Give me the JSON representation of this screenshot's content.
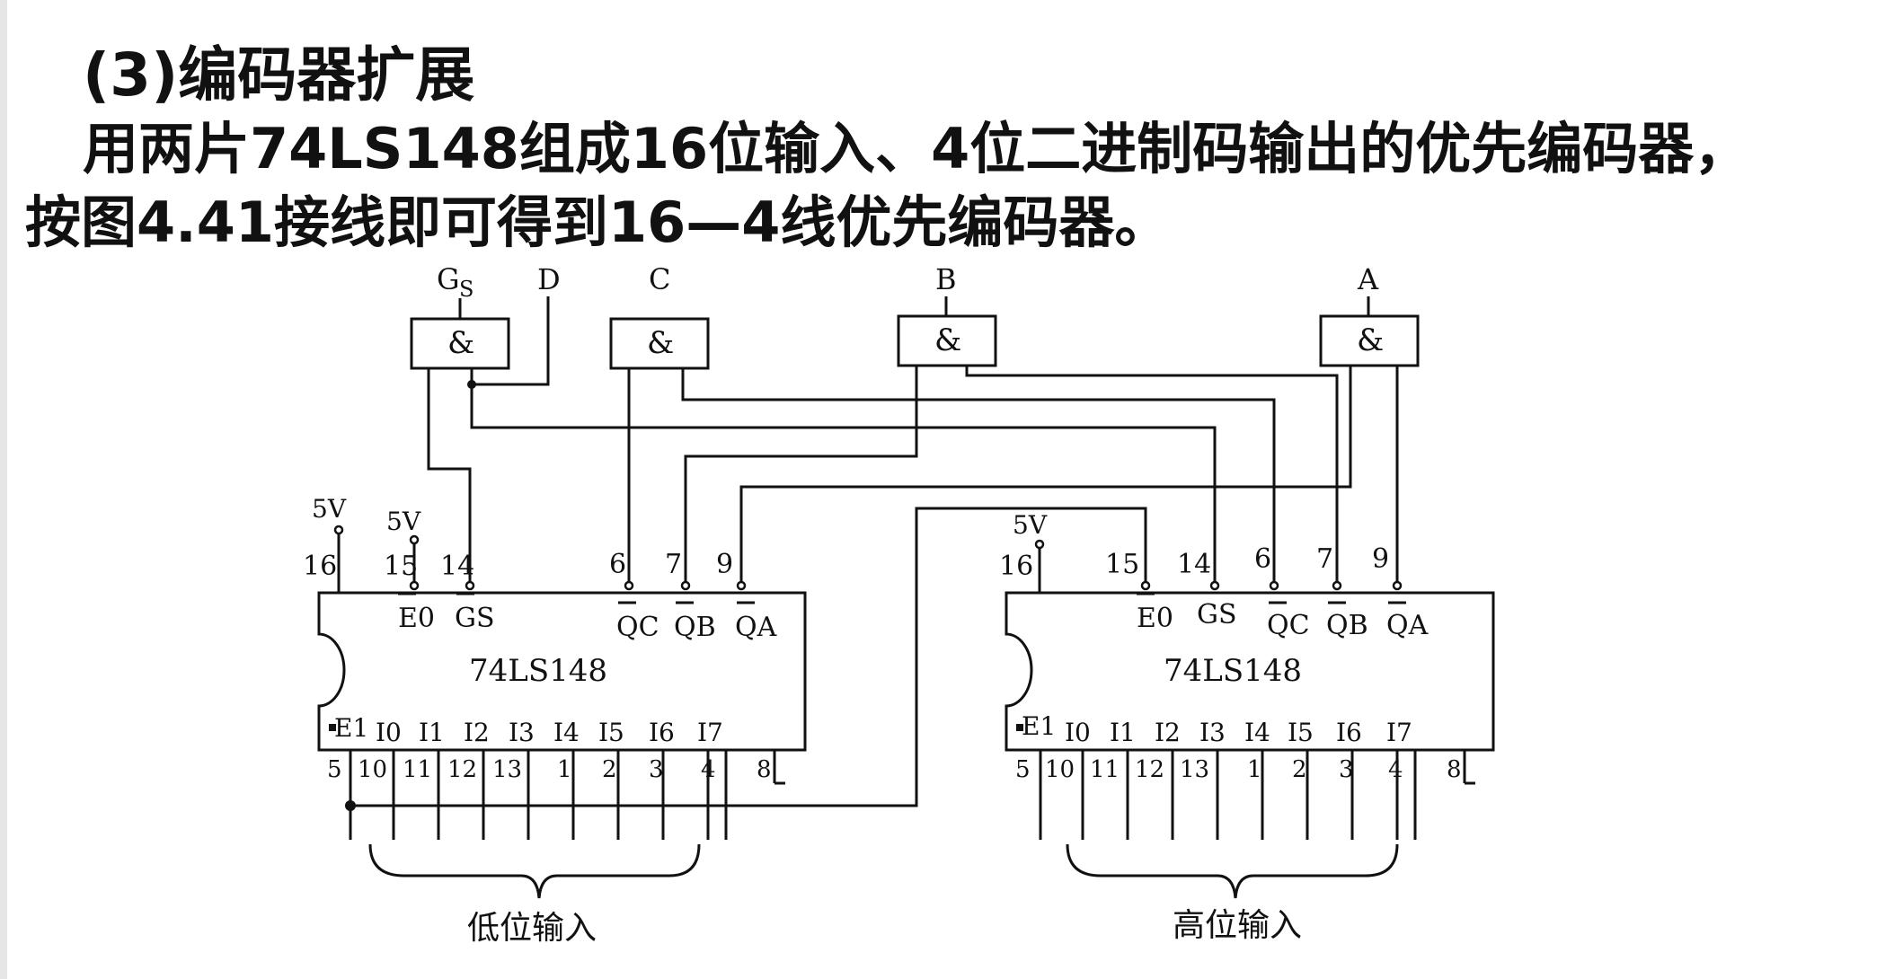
{
  "heading": "(3)编码器扩展",
  "paragraph": {
    "line1": "用两片74LS148组成16位输入、4位二进制码输出的优先编码器，",
    "line2": "按图4.41接线即可得到16—4线优先编码器。"
  },
  "diagram": {
    "output_labels": {
      "gs": "G",
      "gs_sub": "S",
      "d": "D",
      "c": "C",
      "b": "B",
      "a": "A"
    },
    "gate_symbol": "&",
    "power_label": "5V",
    "chip_label": "74LS148",
    "left_chip": {
      "top_pins": [
        "16",
        "15",
        "14",
        "6",
        "7",
        "9"
      ],
      "top_signals": [
        "E0",
        "GS",
        "QC",
        "QB",
        "QA"
      ],
      "bottom_signals": [
        "E1",
        "I0",
        "I1",
        "I2",
        "I3",
        "I4",
        "I5",
        "I6",
        "I7"
      ],
      "bottom_pins": [
        "5",
        "10",
        "11",
        "12",
        "13",
        "1",
        "2",
        "3",
        "4",
        "8"
      ],
      "group_label": "低位输入"
    },
    "right_chip": {
      "top_pins": [
        "16",
        "15",
        "14",
        "6",
        "7",
        "9"
      ],
      "top_signals": [
        "E0",
        "GS",
        "QC",
        "QB",
        "QA"
      ],
      "bottom_signals": [
        "E1",
        "I0",
        "I1",
        "I2",
        "I3",
        "I4",
        "I5",
        "I6",
        "I7"
      ],
      "bottom_pins": [
        "5",
        "10",
        "11",
        "12",
        "13",
        "1",
        "2",
        "3",
        "4",
        "8"
      ],
      "group_label": "高位输入"
    }
  }
}
